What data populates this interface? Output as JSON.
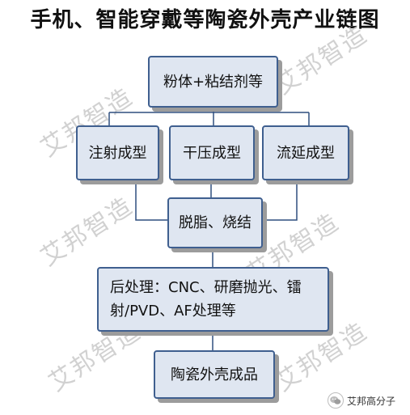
{
  "title": "手机、智能穿戴等陶瓷外壳产业链图",
  "watermark": "艾邦智造",
  "nodes": {
    "powder": "粉体+粘结剂等",
    "injection": "注射成型",
    "dry_press": "干压成型",
    "tape_cast": "流延成型",
    "debind": "脱脂、烧结",
    "post": "后处理：CNC、研磨抛光、镭射/PVD、AF处理等",
    "product": "陶瓷外壳成品"
  },
  "brand": {
    "name": "艾邦高分子",
    "icon": "wechat-logo-icon"
  },
  "colors": {
    "box_fill": "#dfe6f1",
    "box_border": "#3f5f8f",
    "shadow": "#9c9c9c",
    "watermark": "#c9c9c9"
  }
}
